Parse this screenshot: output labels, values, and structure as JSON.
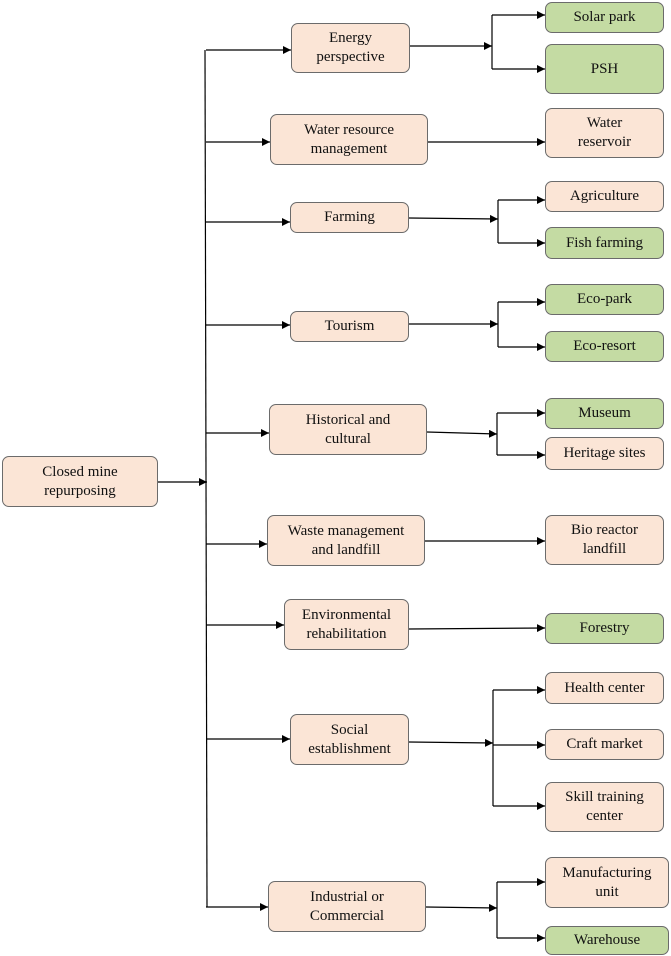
{
  "root": {
    "label": "Closed mine\nrepurposing",
    "color": "#fbe5d6"
  },
  "categories": [
    {
      "label": "Energy\nperspective",
      "color": "#fbe5d6",
      "children": [
        {
          "label": "Solar park",
          "color": "#c4dba3"
        },
        {
          "label": "PSH",
          "color": "#c4dba3"
        }
      ]
    },
    {
      "label": "Water resource\nmanagement",
      "color": "#fbe5d6",
      "children": [
        {
          "label": "Water\nreservoir",
          "color": "#fbe5d6"
        }
      ]
    },
    {
      "label": "Farming",
      "color": "#fbe5d6",
      "children": [
        {
          "label": "Agriculture",
          "color": "#fbe5d6"
        },
        {
          "label": "Fish farming",
          "color": "#c4dba3"
        }
      ]
    },
    {
      "label": "Tourism",
      "color": "#fbe5d6",
      "children": [
        {
          "label": "Eco-park",
          "color": "#c4dba3"
        },
        {
          "label": "Eco-resort",
          "color": "#c4dba3"
        }
      ]
    },
    {
      "label": "Historical and\ncultural",
      "color": "#fbe5d6",
      "children": [
        {
          "label": "Museum",
          "color": "#c4dba3"
        },
        {
          "label": "Heritage sites",
          "color": "#fbe5d6"
        }
      ]
    },
    {
      "label": "Waste management\nand landfill",
      "color": "#fbe5d6",
      "children": [
        {
          "label": "Bio reactor\nlandfill",
          "color": "#fbe5d6"
        }
      ]
    },
    {
      "label": "Environmental\nrehabilitation",
      "color": "#fbe5d6",
      "children": [
        {
          "label": "Forestry",
          "color": "#c4dba3"
        }
      ]
    },
    {
      "label": "Social\nestablishment",
      "color": "#fbe5d6",
      "children": [
        {
          "label": "Health center",
          "color": "#fbe5d6"
        },
        {
          "label": "Craft market",
          "color": "#fbe5d6"
        },
        {
          "label": "Skill training\ncenter",
          "color": "#fbe5d6"
        }
      ]
    },
    {
      "label": "Industrial or\nCommercial",
      "color": "#fbe5d6",
      "children": [
        {
          "label": "Manufacturing\nunit",
          "color": "#fbe5d6"
        },
        {
          "label": "Warehouse",
          "color": "#c4dba3"
        }
      ]
    }
  ]
}
